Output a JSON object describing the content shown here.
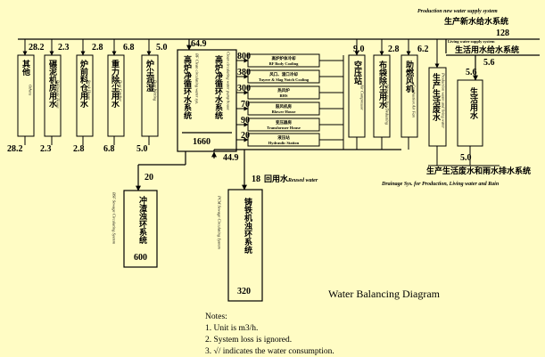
{
  "supply": {
    "production_en": "Production new water supply system",
    "production_cn": "生产新水给水系统",
    "total": "128",
    "living_en": "Living water supply system",
    "living_cn": "生活用水给水系统",
    "living_flow": "5.6"
  },
  "left_consumers": [
    {
      "cn": "其他",
      "en": "Others",
      "in": "28.2",
      "out": "28.2"
    },
    {
      "cn": "碾泥机房用水",
      "en": "Ballmastir House",
      "in": "2.3",
      "out": "2.3"
    },
    {
      "cn": "炉前料仓用水",
      "en": "Stock House",
      "in": "2.8",
      "out": "2.8"
    },
    {
      "cn": "重力除尘用水",
      "en": "Dust Catcher",
      "in": "6.8",
      "out": "6.8"
    },
    {
      "cn": "炉尘润湿",
      "en": "Dust Wetting",
      "in": "5.0",
      "out": "5.0"
    }
  ],
  "bf_circ": {
    "cn": "高炉净循环水系统",
    "en1": "BF Clean circulating water sys.",
    "en2": "Clean circulating water pump house",
    "inflow": "64.9",
    "volume": "1660",
    "return_flow": "44.9",
    "blowdown": "20"
  },
  "circ_users": [
    {
      "flow": "800",
      "cn": "高炉炉体冷却",
      "en": "BF Body Cooling"
    },
    {
      "flow": "380",
      "cn": "风口、渣口冷却",
      "en": "Tuyere & Slag Notch Cooling"
    },
    {
      "flow": "300",
      "cn": "热风炉",
      "en": "BHS"
    },
    {
      "flow": "70",
      "cn": "鼓风机房",
      "en": "Blower House"
    },
    {
      "flow": "90",
      "cn": "变压器房",
      "en": "Transformer House"
    },
    {
      "flow": "20",
      "cn": "液压站",
      "en": "Hydraulic Station"
    }
  ],
  "right_consumers": [
    {
      "cn": "空压站",
      "en": "Air Compressor",
      "flow": "9.0"
    },
    {
      "cn": "布袋除尘用水",
      "en": "Water for Bag Dedusting",
      "flow": "2.8"
    },
    {
      "cn": "助燃风机",
      "en": "Combustion Air Fan",
      "flow": "6.2"
    }
  ],
  "living_box": {
    "cn": "生活用水",
    "en": "",
    "flow": "5.6"
  },
  "prod_living_box": {
    "cn": "生产生活废水",
    "en": "Production waste and living water",
    "flow": "5.0"
  },
  "drainage": {
    "cn": "生产生活废水和雨水排水系统",
    "en": "Drainage Sys. for Production, Living water and Rain"
  },
  "sewage_boxes": [
    {
      "cn": "冲渣浊环系统",
      "en": "BSF Sewage Circulating System",
      "flow": "20",
      "volume": "600"
    },
    {
      "cn": "铸铁机浊环系统",
      "en": "PCM Sewage Circulating System",
      "flow": "18",
      "reuse_cn": "回用水",
      "reuse_en": "Reused water",
      "volume": "320"
    }
  ],
  "title": "Water Balancing Diagram",
  "notes": {
    "header": "Notes:",
    "items": [
      "1. Unit is m3/h.",
      "2. System loss is ignored.",
      "3. √/ indicates the water consumption."
    ]
  }
}
